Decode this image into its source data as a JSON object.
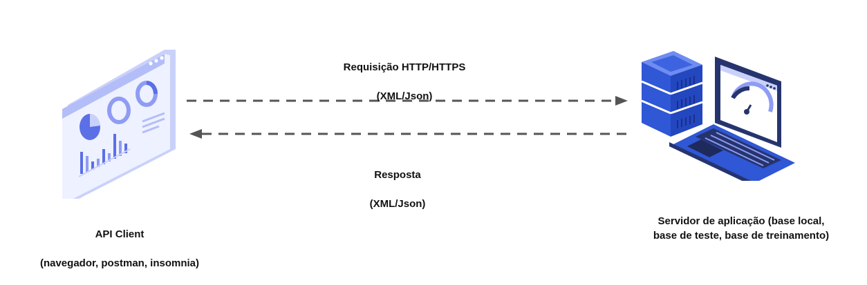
{
  "client": {
    "label_line1": "API Client",
    "label_line2": "(navegador, postman, insomnia)"
  },
  "server": {
    "label": "Servidor de aplicação (base local, base de teste, base de treinamento)"
  },
  "request": {
    "label_line1": "Requisição HTTP/HTTPS",
    "label_line2": "(XML/Json)"
  },
  "response": {
    "label_line1": "Resposta",
    "label_line2": "(XML/Json)"
  },
  "colors": {
    "illustration_light": "#c9d1fb",
    "illustration_mid": "#8e9cf3",
    "illustration_accent": "#5b6fe6",
    "server_blue": "#2f57d6",
    "laptop_navy": "#26346e",
    "arrow": "#555555"
  }
}
